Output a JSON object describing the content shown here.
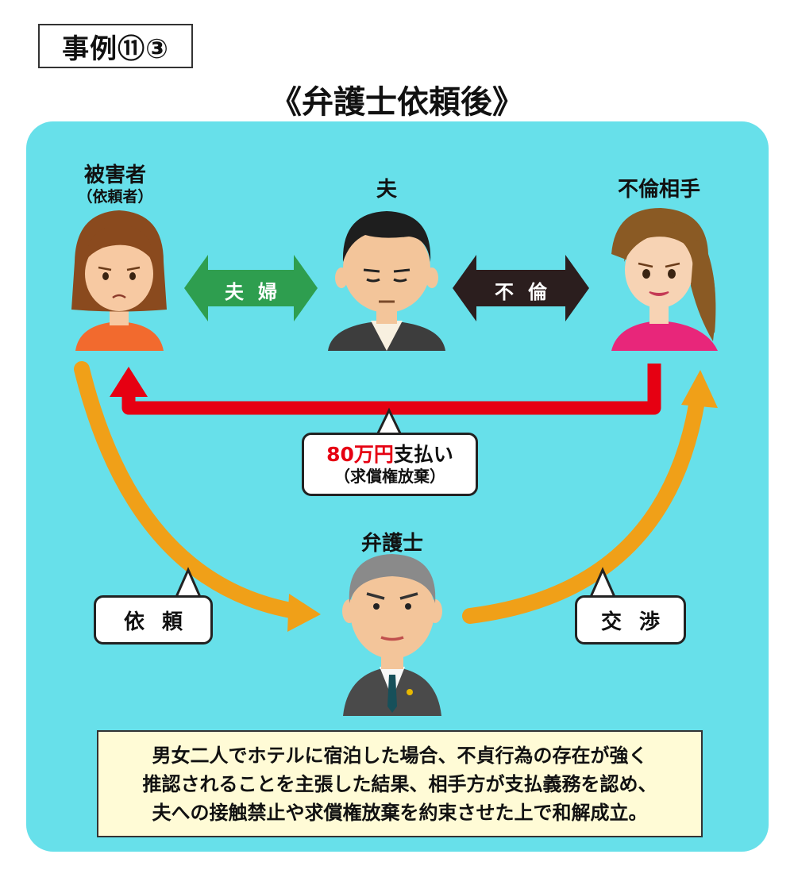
{
  "case_label": "事例⑪③",
  "title": "《弁護士依頼後》",
  "people": {
    "victim": {
      "name": "被害者",
      "sub": "（依頼者）"
    },
    "husband": {
      "name": "夫"
    },
    "affair_partner": {
      "name": "不倫相手"
    },
    "lawyer": {
      "name": "弁護士"
    }
  },
  "relations": {
    "couple": "夫婦",
    "affair": "不倫"
  },
  "payment": {
    "amount": "80万円",
    "text": "支払い",
    "note": "（求償権放棄）"
  },
  "actions": {
    "request": "依頼",
    "negotiation": "交渉"
  },
  "summary": [
    "男女二人でホテルに宿泊した場合、不貞行為の存在が強く",
    "推認されることを主張した結果、相手方が支払義務を認め、",
    "夫への接触禁止や求償権放棄を約束させた上で和解成立。"
  ],
  "colors": {
    "panel": "#67e0ea",
    "couple_arrow": "#2e9e4f",
    "affair_arrow": "#2b1e1e",
    "payment_arrow": "#e60012",
    "flow_arrow": "#f0a018",
    "amount_text": "#e60012"
  }
}
